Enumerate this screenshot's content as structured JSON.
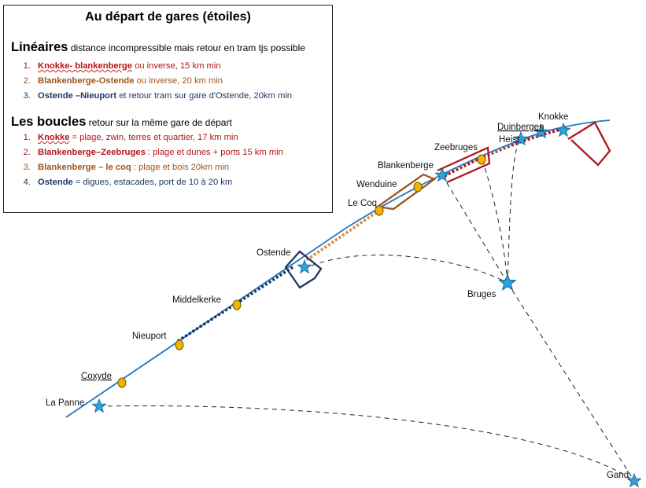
{
  "legend": {
    "title": "Au départ de gares (étoiles)",
    "linear": {
      "heading": "Linéaires",
      "subtitle": "distance incompressible mais retour en tram tjs possible",
      "items": [
        {
          "num": "1.",
          "name": "Knokke- blankenberge",
          "rest": " ou inverse,  15 km min",
          "color": "#b3151a"
        },
        {
          "num": "2.",
          "name": "Blankenberge-Ostende",
          "rest": " ou inverse,  20 km min",
          "color": "#a0531a"
        },
        {
          "num": "3.",
          "name": "Ostende –Nieuport",
          "rest": " et retour tram sur gare d'Ostende,  20km min",
          "color": "#1f3763"
        }
      ]
    },
    "loops": {
      "heading": "Les boucles",
      "subtitle": "retour sur la même gare de départ",
      "items": [
        {
          "num": "1.",
          "name": "Knokke",
          "rest": " = plage, zwin, terres et quartier,  17 km min",
          "color": "#b3151a"
        },
        {
          "num": "2.",
          "name": "Blankenberge–Zeebruges",
          "rest": " : plage et dunes +  ports 15 km min",
          "color": "#b3151a"
        },
        {
          "num": "3.",
          "name": "Blankenberge – le coq",
          "rest": " : plage et bois 20km min",
          "color": "#a0531a"
        },
        {
          "num": "4.",
          "name": "Ostende",
          "rest": " = digues, estacades, port de 10 à 20 km",
          "color": "#1f3763"
        }
      ]
    }
  },
  "places": {
    "knokke": "Knokke",
    "duinbergen": "Duinbergen",
    "heist": "Heist",
    "zeebruges": "Zeebruges",
    "blankenberge": "Blankenberge",
    "wenduine": "Wenduine",
    "lecoq": "Le Coq",
    "ostende": "Ostende",
    "bruges": "Bruges",
    "middelkerke": "Middelkerke",
    "nieuport": "Nieuport",
    "coxyde": "Coxyde",
    "lapanne": "La Panne",
    "gand": "Gand"
  },
  "colors": {
    "coast": "#1f77c4",
    "red_route": "#b3151a",
    "brown_route": "#a0531a",
    "orange_route": "#d98a3c",
    "navy_route": "#1f3763",
    "station_star": "#2aa4dc",
    "stop_dot": "#f2b400"
  }
}
